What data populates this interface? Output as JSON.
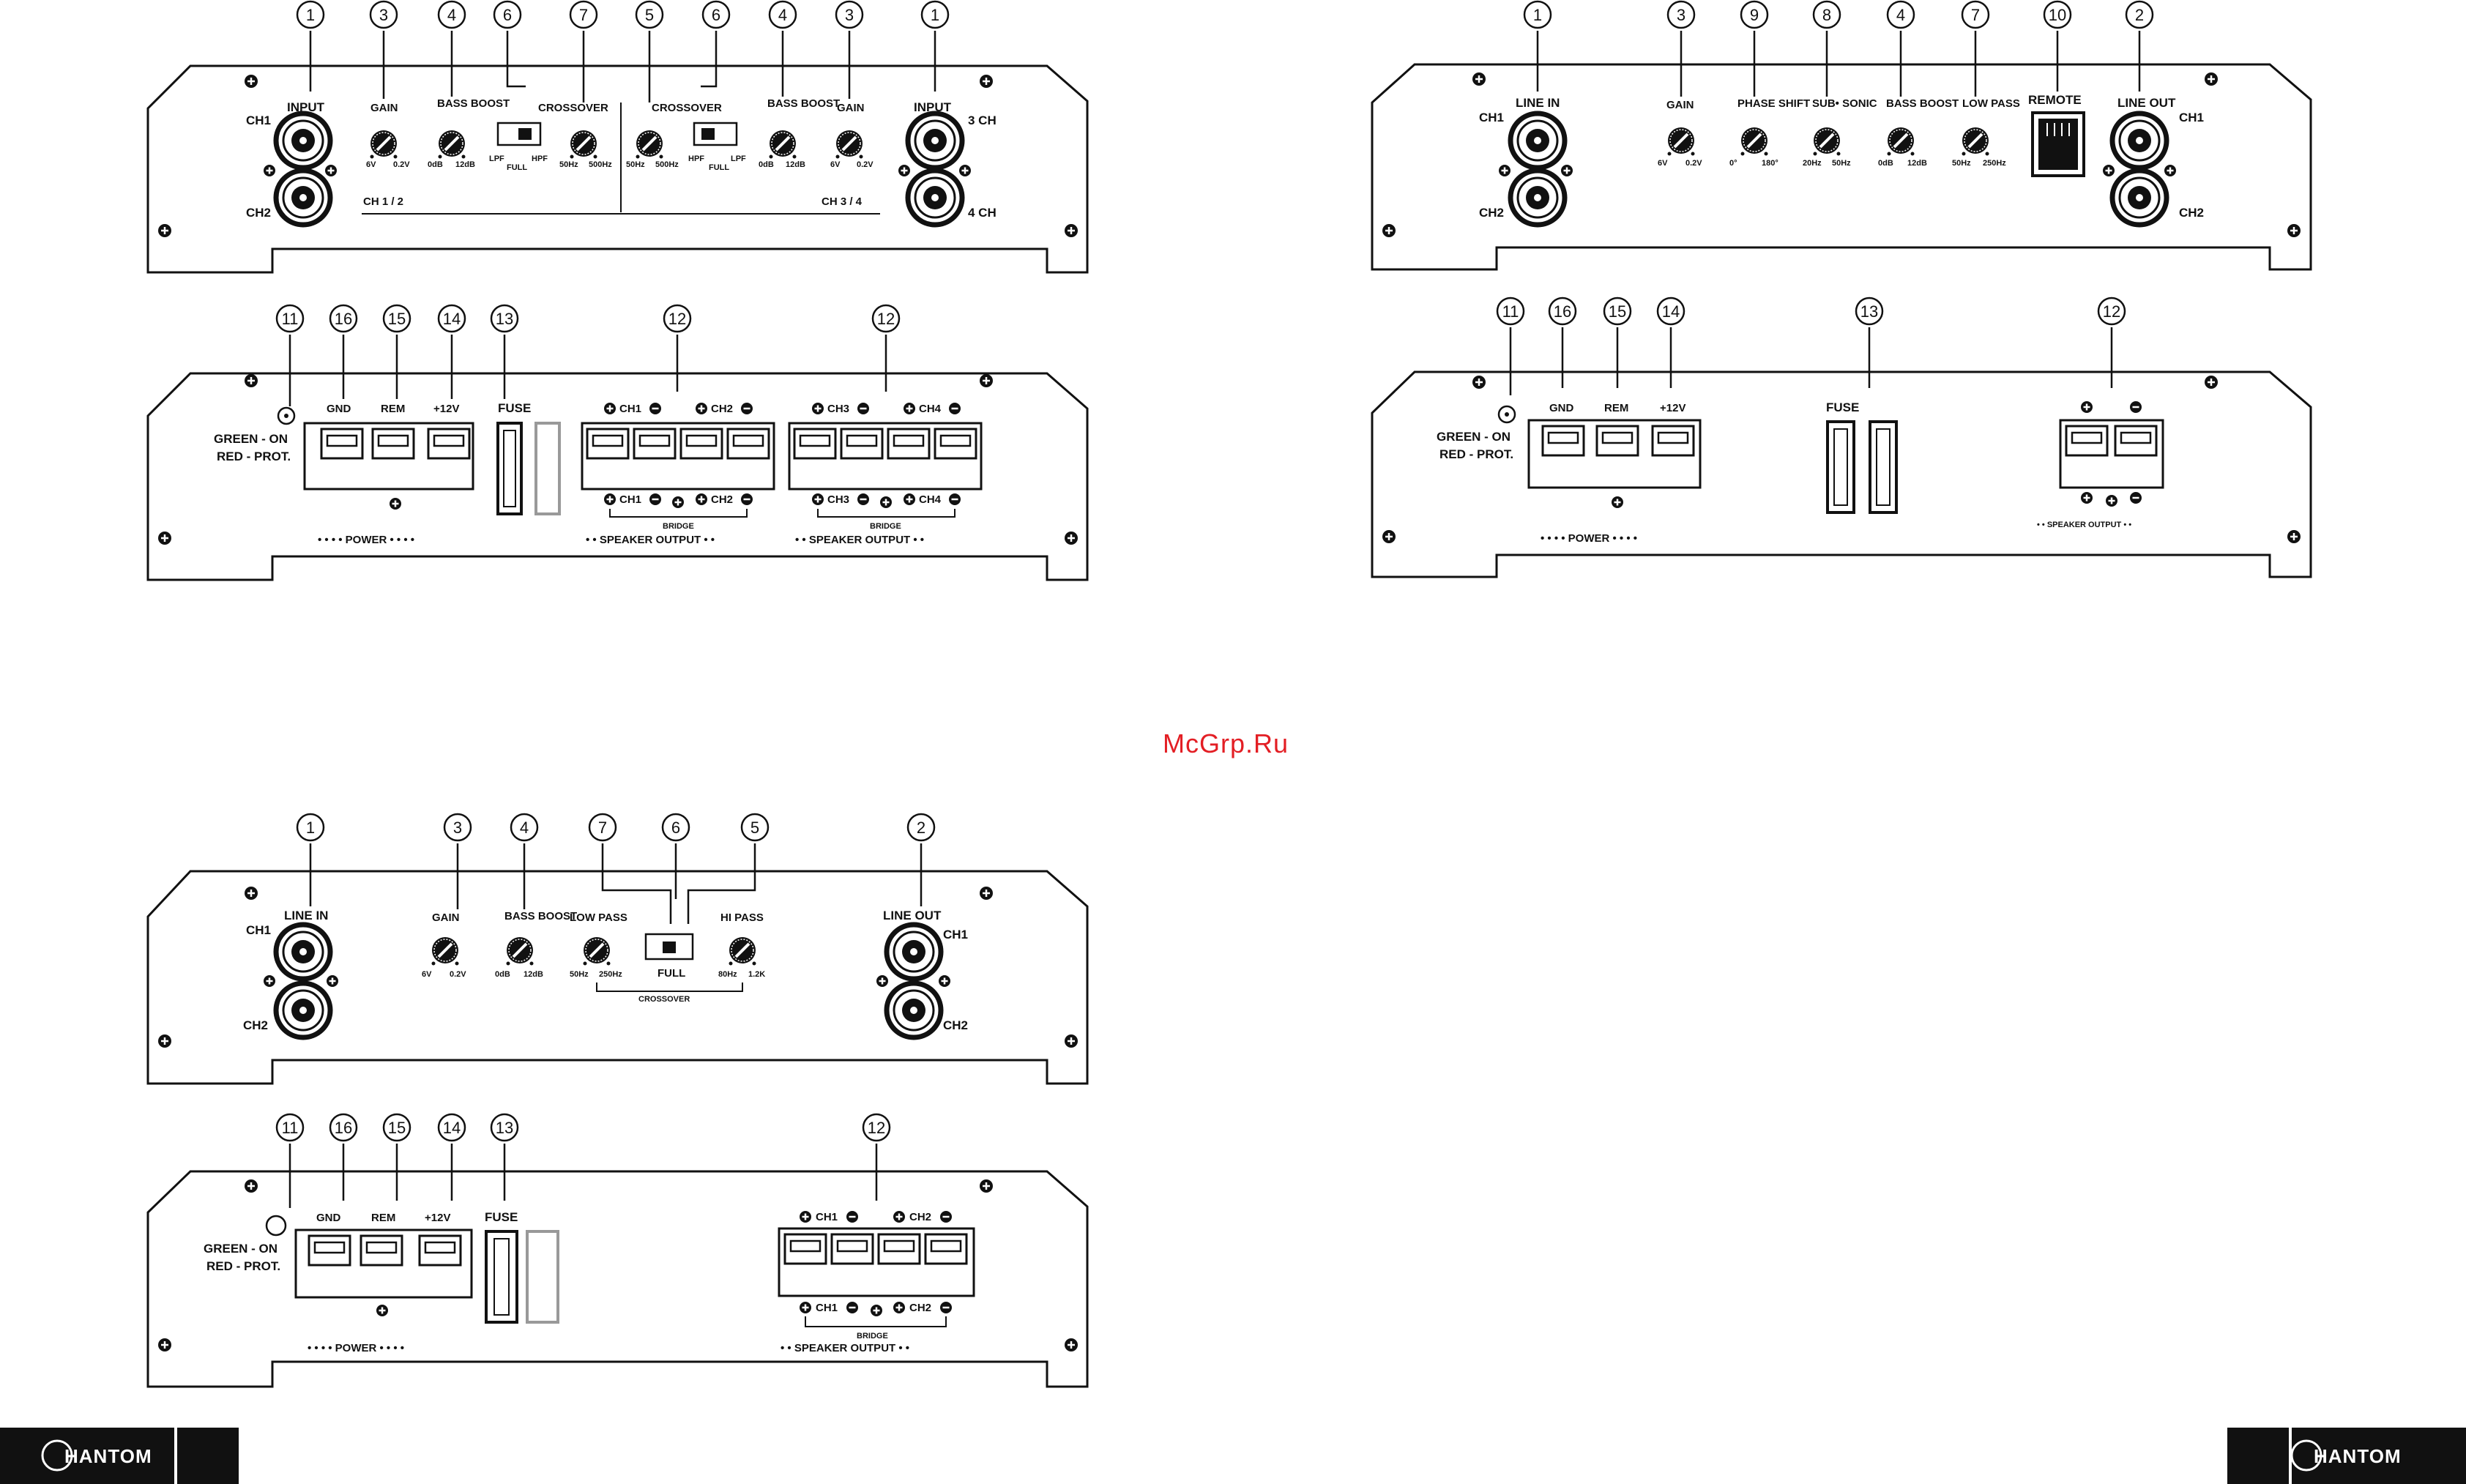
{
  "watermark": "McGrp.Ru",
  "brand": {
    "left": "HANTOM",
    "right": "HANTOM"
  },
  "panels": {
    "four_ch_front": {
      "callouts": [
        "1",
        "3",
        "4",
        "6",
        "7",
        "5",
        "6",
        "4",
        "3",
        "1"
      ],
      "input": "INPUT",
      "ch1": "CH1",
      "ch2": "CH2",
      "ch3": "3 CH",
      "ch4": "4 CH",
      "gain": "GAIN",
      "gain_min": "6V",
      "gain_max": "0.2V",
      "bass_boost": "BASS BOOST",
      "bass_min": "0dB",
      "bass_max": "12dB",
      "crossover": "CROSSOVER",
      "lpf": "LPF",
      "hpf": "HPF",
      "full": "FULL",
      "x_min": "50Hz",
      "x_max": "500Hz",
      "ch12": "CH 1 / 2",
      "ch34": "CH 3 / 4"
    },
    "four_ch_rear": {
      "callouts": [
        "11",
        "16",
        "15",
        "14",
        "13",
        "12",
        "12"
      ],
      "led_on": "GREEN - ON",
      "led_prot": "RED - PROT.",
      "gnd": "GND",
      "rem": "REM",
      "v12": "+12V",
      "fuse": "FUSE",
      "ch1": "CH1",
      "ch2": "CH2",
      "ch3": "CH3",
      "ch4": "CH4",
      "bridge": "BRIDGE",
      "power": "• • • • POWER • • • •",
      "spk_out": "• •  SPEAKER OUTPUT  • •"
    },
    "mono_front": {
      "callouts": [
        "1",
        "3",
        "9",
        "8",
        "4",
        "7",
        "10",
        "2"
      ],
      "line_in": "LINE IN",
      "ch1": "CH1",
      "ch2": "CH2",
      "gain": "GAIN",
      "gain_min": "6V",
      "gain_max": "0.2V",
      "phase": "PHASE SHIFT",
      "phase_min": "0°",
      "phase_max": "180°",
      "subsonic": "SUB• SONIC",
      "sub_min": "20Hz",
      "sub_max": "50Hz",
      "bass_boost": "BASS BOOST",
      "bass_min": "0dB",
      "bass_max": "12dB",
      "low_pass": "LOW PASS",
      "lp_min": "50Hz",
      "lp_max": "250Hz",
      "remote": "REMOTE",
      "line_out": "LINE OUT"
    },
    "mono_rear": {
      "callouts": [
        "11",
        "16",
        "15",
        "14",
        "13",
        "12"
      ],
      "led_on": "GREEN - ON",
      "led_prot": "RED - PROT.",
      "gnd": "GND",
      "rem": "REM",
      "v12": "+12V",
      "fuse": "FUSE",
      "power": "• • • • POWER • • • •",
      "spk_out": "• •  SPEAKER OUTPUT  • •"
    },
    "two_ch_front": {
      "callouts": [
        "1",
        "3",
        "4",
        "7",
        "6",
        "5",
        "2"
      ],
      "line_in": "LINE IN",
      "ch1": "CH1",
      "ch2": "CH2",
      "gain": "GAIN",
      "gain_min": "6V",
      "gain_max": "0.2V",
      "bass_boost": "BASS BOOST",
      "bass_min": "0dB",
      "bass_max": "12dB",
      "low_pass": "LOW PASS",
      "hi_pass": "HI PASS",
      "full": "FULL",
      "lp_min": "50Hz",
      "lp_max": "250Hz",
      "hp_min": "80Hz",
      "hp_max": "1.2K",
      "crossover": "CROSSOVER",
      "line_out": "LINE OUT"
    },
    "two_ch_rear": {
      "callouts": [
        "11",
        "16",
        "15",
        "14",
        "13",
        "12"
      ],
      "led_on": "GREEN - ON",
      "led_prot": "RED - PROT.",
      "gnd": "GND",
      "rem": "REM",
      "v12": "+12V",
      "fuse": "FUSE",
      "ch1": "CH1",
      "ch2": "CH2",
      "bridge": "BRIDGE",
      "power": "• • • • POWER • • • •",
      "spk_out": "• •  SPEAKER OUTPUT  • •"
    }
  }
}
